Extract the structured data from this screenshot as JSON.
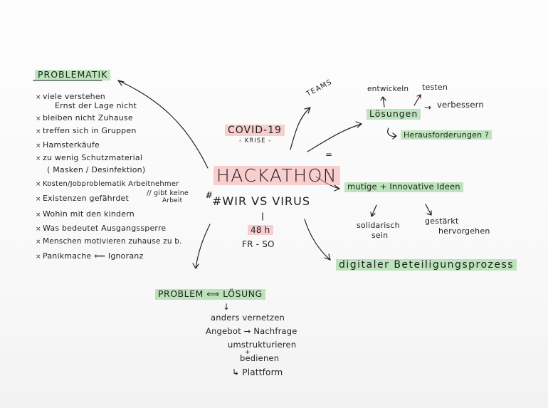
{
  "center": {
    "covid": "COVID-19",
    "krise": "- KRISE -",
    "hackathon": "HACKATHON",
    "hashtag": "#WIR VS VIRUS",
    "duration": "48 h",
    "days": "FR - SO"
  },
  "problematik": {
    "heading": "PROBLEMATIK",
    "items": [
      "viele verstehen",
      "Ernst der Lage nicht",
      "bleiben nicht Zuhause",
      "treffen sich in Gruppen",
      "Hamsterkäufe",
      "zu wenig Schutzmaterial",
      "( Masken / Desinfektion)",
      "Kosten/Jobproblematik Arbeitnehmer",
      "Existenzen gefährdet",
      "// gibt keine",
      "Arbeit",
      "Wohin mit den kindern",
      "Was bedeutet Ausgangssperre",
      "Menschen motivieren zuhause zu b.",
      "Panikmache ⟸ Ignoranz"
    ]
  },
  "teams": {
    "label": "TEAMS",
    "solutions": "Lösungen",
    "develop": "entwickeln",
    "test": "testen",
    "improve": "verbessern",
    "challenges": "Herausforderungen ?",
    "arrow": "→"
  },
  "ideas": {
    "label": "mutige + Innovative Ideen",
    "solidary": "solidarisch",
    "solidary2": "sein",
    "strengthened": "gestärkt",
    "strengthened2": "hervorgehen"
  },
  "participation": {
    "label": "digitaler Beteiligungsprozess"
  },
  "problem_solution": {
    "label": "PROBLEM ⟺ LÖSUNG",
    "down_arrow": "↓",
    "items": [
      "anders vernetzen",
      "Angebot → Nachfrage",
      "umstrukturieren",
      "+",
      "bedienen",
      "↳ Plattform"
    ]
  },
  "misc": {
    "hash_symbol": "#",
    "equals_right": "=",
    "equals_left": "//",
    "top_arrow": "↑",
    "left_arrow": "↙",
    "under_arrow": "↘"
  }
}
